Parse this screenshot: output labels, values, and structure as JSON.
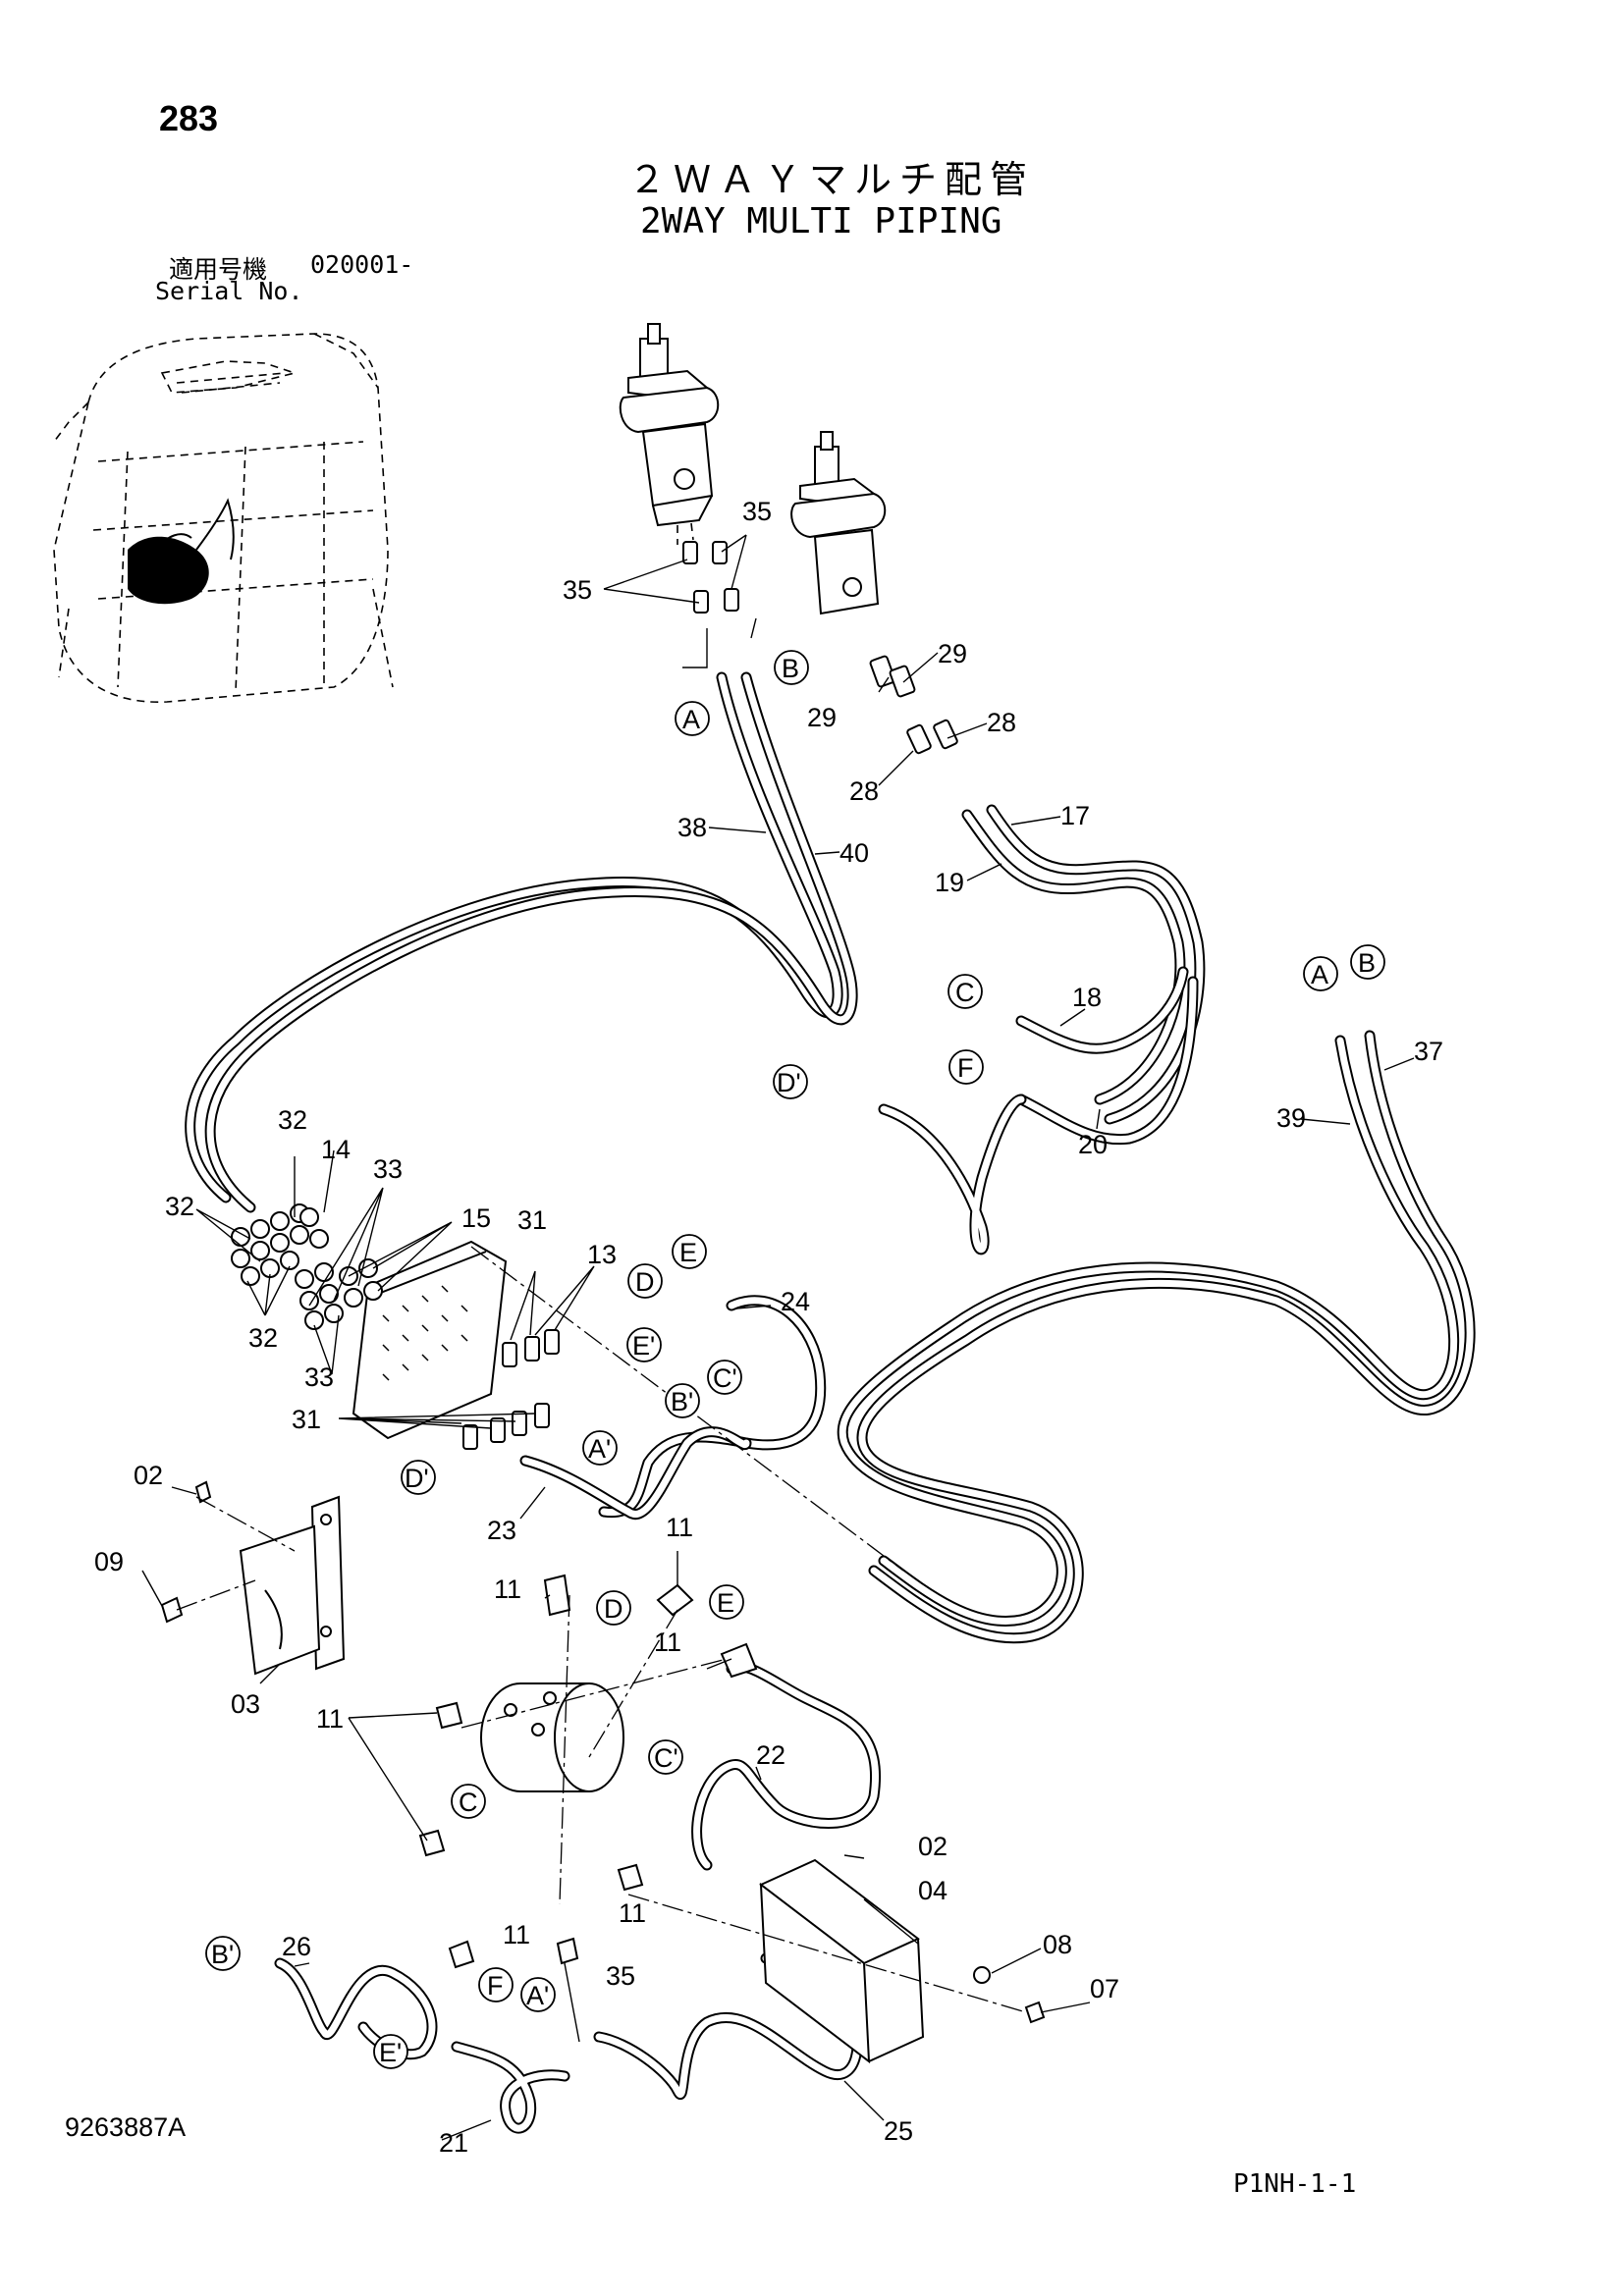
{
  "header": {
    "page_number": "283",
    "title_jp": "２ＷＡＹマルチ配管",
    "title_en": "2WAY MULTI PIPING",
    "serial_label_jp": "適用号機",
    "serial_value": "020001-",
    "serial_label_en": "Serial No."
  },
  "footer": {
    "drawing_number": "9263887A",
    "sheet_ref": "P1NH-1-1"
  },
  "callouts": {
    "p35a": "35",
    "p35b": "35",
    "p35c": "35",
    "p29a": "29",
    "p29b": "29",
    "p28a": "28",
    "p28b": "28",
    "p38": "38",
    "p40": "40",
    "p17": "17",
    "p19": "19",
    "p18": "18",
    "p20": "20",
    "p37": "37",
    "p39": "39",
    "p32a": "32",
    "p32b": "32",
    "p32c": "32",
    "p14": "14",
    "p33a": "33",
    "p33b": "33",
    "p15": "15",
    "p31a": "31",
    "p31b": "31",
    "p13": "13",
    "p24": "24",
    "p23": "23",
    "p02a": "02",
    "p09": "09",
    "p03": "03",
    "p11a": "11",
    "p11b": "11",
    "p11c": "11",
    "p11d": "11",
    "p11e": "11",
    "p11f": "11",
    "p22": "22",
    "p02b": "02",
    "p04": "04",
    "p08": "08",
    "p07": "07",
    "p26": "26",
    "p21": "21",
    "p25": "25"
  },
  "markers": {
    "A1": "A",
    "B1": "B",
    "A2": "A",
    "B2": "B",
    "C1": "C",
    "C2": "C",
    "D1": "D'",
    "D2": "D'",
    "F1": "F",
    "F2": "F",
    "E1": "E",
    "E2": "E",
    "D3": "D",
    "D4": "D",
    "Ep1": "E'",
    "Ep2": "E'",
    "Cp1": "C'",
    "Cp2": "C'",
    "Bp1": "B'",
    "Bp2": "B'",
    "Ap1": "A'",
    "Ap2": "A'"
  }
}
